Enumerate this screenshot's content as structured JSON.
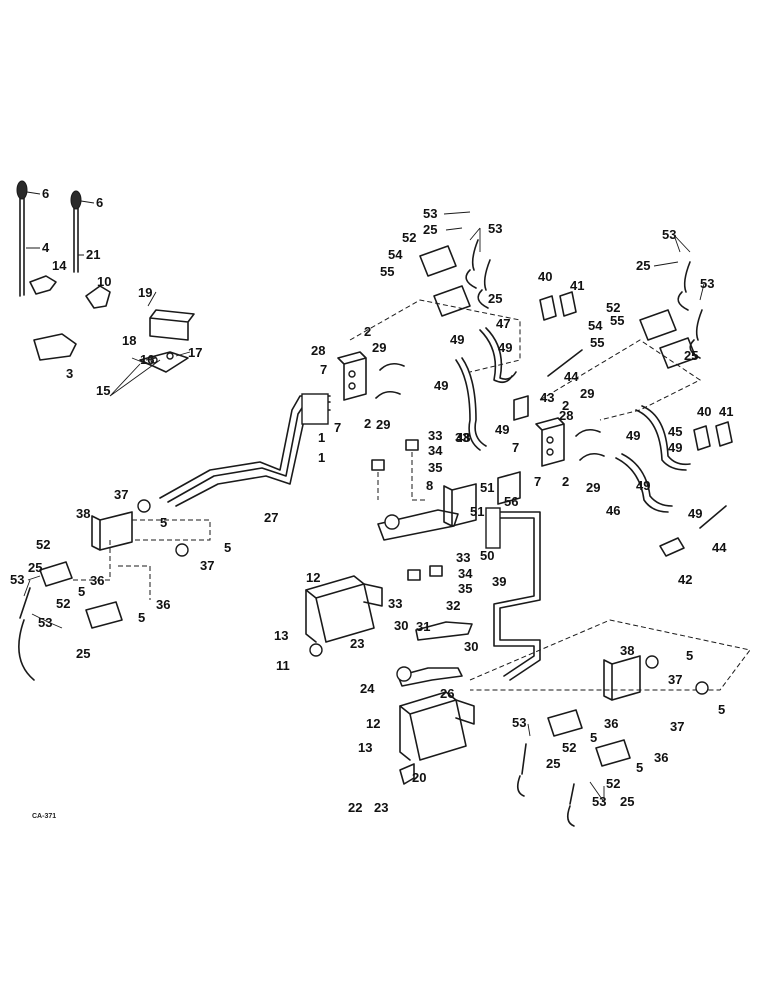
{
  "figure_code": "CA-371",
  "callouts": {
    "c1": "1",
    "c2": "2",
    "c3": "3",
    "c4": "4",
    "c5": "5",
    "c6": "6",
    "c7": "7",
    "c8": "8",
    "c10": "10",
    "c11": "11",
    "c12": "12",
    "c13": "13",
    "c14": "14",
    "c15": "15",
    "c16": "16",
    "c17": "17",
    "c18": "18",
    "c19": "19",
    "c20": "20",
    "c21": "21",
    "c22": "22",
    "c23": "23",
    "c24": "24",
    "c25": "25",
    "c26": "26",
    "c27": "27",
    "c28": "28",
    "c29": "29",
    "c30": "30",
    "c31": "31",
    "c32": "32",
    "c33": "33",
    "c34": "34",
    "c35": "35",
    "c36": "36",
    "c37": "37",
    "c38": "38",
    "c39": "39",
    "c40": "40",
    "c41": "41",
    "c42": "42",
    "c43": "43",
    "c44": "44",
    "c45": "45",
    "c46": "46",
    "c47": "47",
    "c48": "48",
    "c49": "49",
    "c50": "50",
    "c51": "51",
    "c52": "52",
    "c53": "53",
    "c54": "54",
    "c55": "55",
    "c56": "56"
  }
}
